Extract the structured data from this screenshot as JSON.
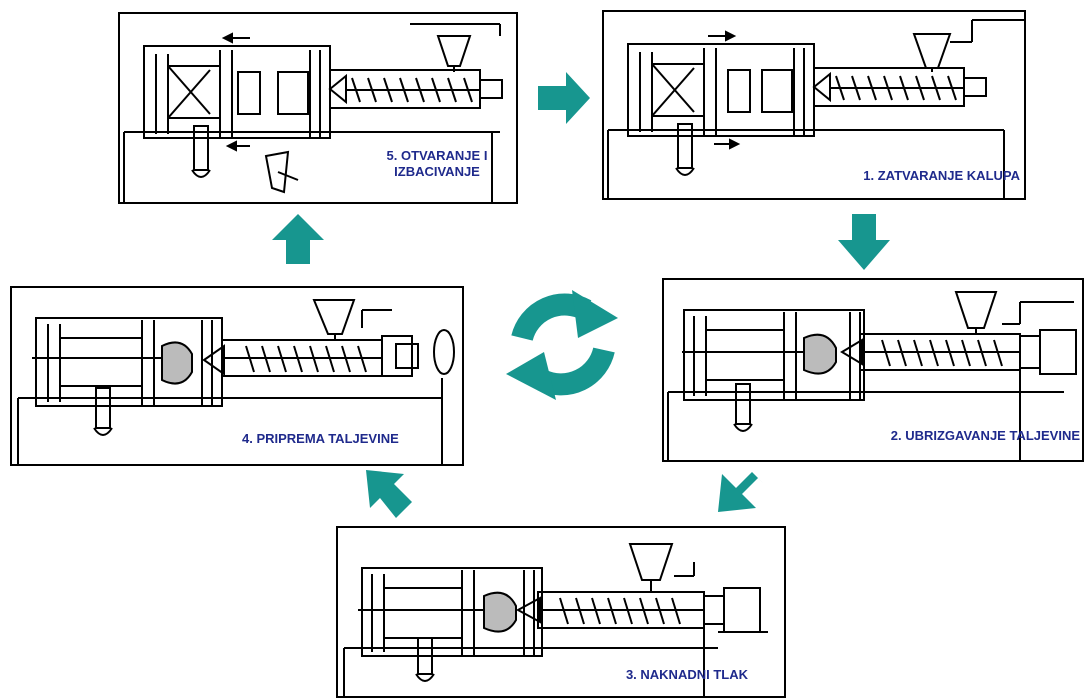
{
  "colors": {
    "arrow": "#17968f",
    "label": "#1f2a8c",
    "line": "#000000"
  },
  "steps": [
    {
      "id": "step-1",
      "label": "1. ZATVARANJE KALUPA"
    },
    {
      "id": "step-2",
      "label": "2. UBRIZGAVANJE TALJEVINE"
    },
    {
      "id": "step-3",
      "label": "3. NAKNADNI TLAK"
    },
    {
      "id": "step-4",
      "label": "4. PRIPREMA TALJEVINE"
    },
    {
      "id": "step-5",
      "label_line1": "5. OTVARANJE I",
      "label_line2": "IZBACIVANJE"
    }
  ],
  "icons": {
    "cycle": "cycle-arrows-icon",
    "flow": "flow-arrow-icon"
  }
}
